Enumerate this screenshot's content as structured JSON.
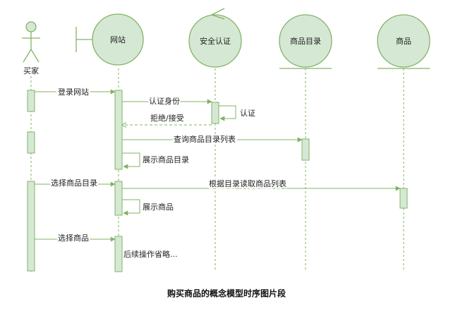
{
  "actors": {
    "buyer": "买家",
    "website": "网站",
    "security": "安全认证",
    "catalog": "商品目录",
    "product": "商品"
  },
  "messages": {
    "login": "登录网站",
    "auth_identity": "认证身份",
    "auth_self": "认证",
    "reject_accept": "拒绝/接受",
    "query_catalog": "查询商品目录列表",
    "show_catalog": "展示商品目录",
    "select_catalog": "选择商品目录",
    "read_product_list": "根据目录读取商品列表",
    "show_product": "展示商品",
    "select_product": "选择商品",
    "subsequent": "后续操作省略..."
  },
  "caption": "购买商品的概念模型时序图片段",
  "colors": {
    "stroke": "#82b366",
    "fill": "#d5e8d4"
  }
}
